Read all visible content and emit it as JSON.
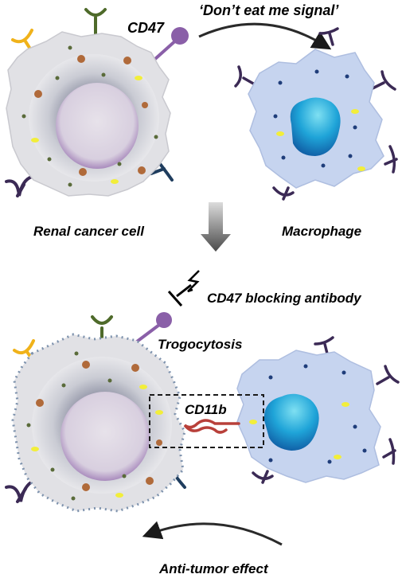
{
  "labels": {
    "cd47_top": "CD47",
    "dont_eat": "‘Don’t eat me signal’",
    "renal_cancer_cell": "Renal cancer cell",
    "macrophage": "Macrophage",
    "blocking_antibody": "CD47 blocking antibody",
    "trogocytosis": "Trogocytosis",
    "cd11b": "CD11b",
    "anti_tumor": "Anti-tumor effect"
  },
  "colors": {
    "cell_body": "#e3e3e6",
    "nucleus": "#ddd6e2",
    "nucleus_ring": "#7a5294",
    "macrophage_body": "#c6d4ef",
    "macrophage_nucleus": "#1f8fd0",
    "cd47_purple": "#8a5fa8",
    "receptor_yellow": "#f0b21a",
    "receptor_green": "#4e6a2a",
    "receptor_navy": "#1f3d5e",
    "receptor_violet": "#3b2a55",
    "granule_brown": "#b06a3a",
    "granule_yellow": "#f2ee3a",
    "cd11b_red": "#b8403a",
    "surface_dots": "#7d92ad"
  },
  "icons": [
    "lightning-icon",
    "down-arrow-icon",
    "curved-arrow-icon"
  ]
}
